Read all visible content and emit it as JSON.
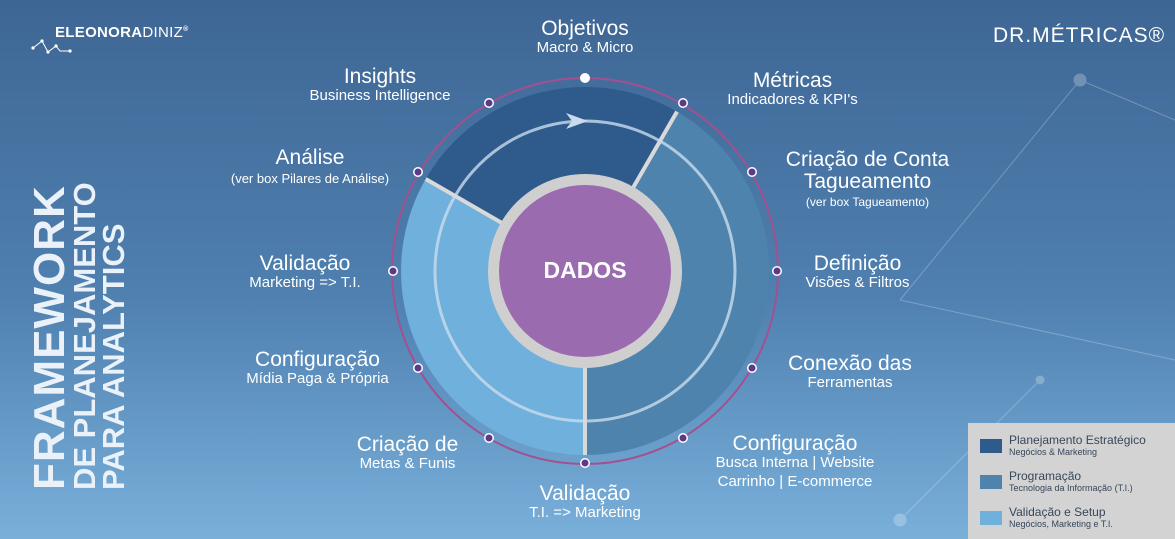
{
  "brand_left": {
    "bold": "ELEONORA",
    "thin": "DINIZ",
    "mark": "®"
  },
  "brand_right": "DR.MÉTRICAS®",
  "vertical_title": {
    "line1": "FRAMEWORK",
    "line2": "DE PLANEJAMENTO",
    "line3": "PARA ANALYTICS"
  },
  "center_label": "DADOS",
  "steps": [
    {
      "title": "Objetivos",
      "sub": "Macro & Micro"
    },
    {
      "title": "Métricas",
      "sub": "Indicadores & KPI's"
    },
    {
      "title": "Criação de Conta",
      "title2": "Tagueamento",
      "sub": "(ver box Tagueamento)"
    },
    {
      "title": "Definição",
      "sub": "Visões & Filtros"
    },
    {
      "title": "Conexão das",
      "sub": "Ferramentas"
    },
    {
      "title": "Configuração",
      "sub": "Busca Interna | Website",
      "sub2": "Carrinho | E-commerce"
    },
    {
      "title": "Validação",
      "sub": "T.I. => Marketing"
    },
    {
      "title": "Criação de",
      "sub": "Metas & Funis"
    },
    {
      "title": "Configuração",
      "sub": "Mídia Paga & Própria"
    },
    {
      "title": "Validação",
      "sub": "Marketing => T.I."
    },
    {
      "title": "Análise",
      "sub": "(ver box Pilares de Análise)"
    },
    {
      "title": "Insights",
      "sub": "Business Intelligence"
    }
  ],
  "legend": [
    {
      "name": "Planejamento Estratégico",
      "desc": "Negócios & Marketing",
      "color": "#2f5a8c"
    },
    {
      "name": "Programação",
      "desc": "Tecnologia da Informação (T.I.)",
      "color": "#4d83ad"
    },
    {
      "name": "Validação e Setup",
      "desc": "Negócios, Marketing e T.I.",
      "color": "#6fb0dc"
    }
  ]
}
